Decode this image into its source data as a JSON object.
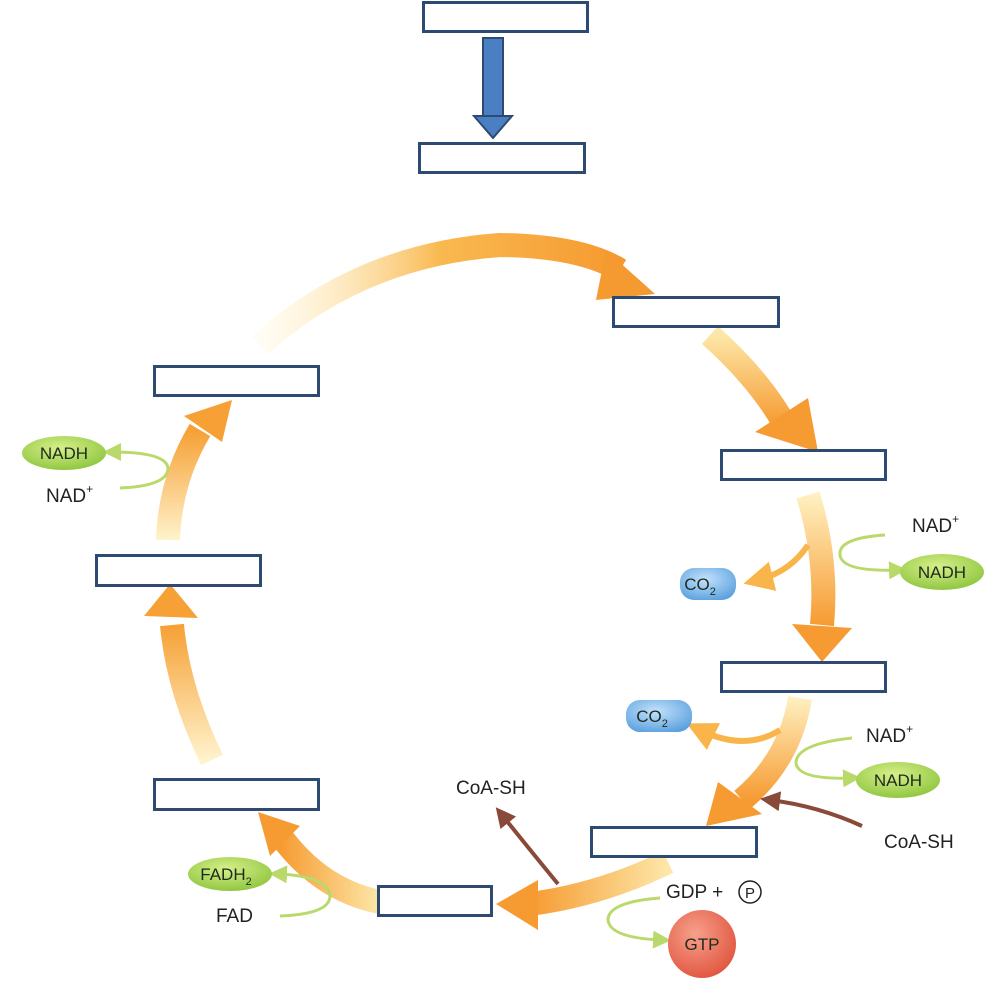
{
  "blank_boxes": [
    {
      "id": "top-input"
    },
    {
      "id": "cycle-entry"
    },
    {
      "id": "step-2"
    },
    {
      "id": "step-3"
    },
    {
      "id": "step-4"
    },
    {
      "id": "step-5"
    },
    {
      "id": "step-6"
    },
    {
      "id": "step-7"
    },
    {
      "id": "step-8"
    },
    {
      "id": "step-9"
    },
    {
      "id": "step-10"
    }
  ],
  "labels": {
    "nadh": "NADH",
    "nad": "NAD",
    "nad_sup": "+",
    "co2": "CO",
    "co2_sub": "2",
    "coa_sh": "CoA-SH",
    "gdp": "GDP +",
    "p": "P",
    "gtp": "GTP",
    "fadh": "FADH",
    "fadh_sub": "2",
    "fad": "FAD"
  },
  "colors": {
    "arrow_orange": "#f7a33a",
    "arrow_light": "#fde9a6",
    "blue_arrow": "#4a7fc4",
    "box_border": "#2c4a72",
    "nadh_green": "#9bd04a",
    "co2_blue": "#6aaee6",
    "gtp_red": "#e8674f",
    "coa_brown": "#8a4a3a",
    "recycle_green": "#b9d96a"
  }
}
